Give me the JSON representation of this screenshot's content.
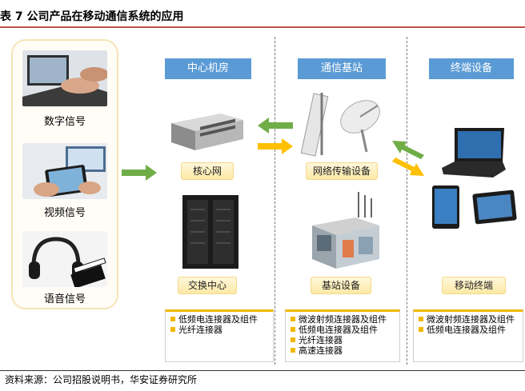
{
  "title": "表 7 公司产品在移动通信系统的应用",
  "source": "资料来源：公司招股说明书，华安证券研究所",
  "signals": [
    "数字信号",
    "视频信号",
    "语音信号"
  ],
  "columns": [
    {
      "head": "中心机房",
      "top_label": "核心网",
      "bottom_label": "交换中心",
      "items": [
        "低频电连接器及组件",
        "光纤连接器"
      ]
    },
    {
      "head": "通信基站",
      "top_label": "网络传输设备",
      "bottom_label": "基站设备",
      "items": [
        "微波射频连接器及组件",
        "低频电连接器及组件",
        "光纤连接器",
        "高速连接器"
      ]
    },
    {
      "head": "终端设备",
      "top_label": "",
      "bottom_label": "移动终端",
      "items": [
        "微波射频连接器及组件",
        "低频电连接器及组件"
      ]
    }
  ],
  "colors": {
    "head_blue": "#5b9bd5",
    "arrow_green": "#70ad47",
    "arrow_yellow": "#ffc000",
    "bullet": "#f1b800"
  }
}
